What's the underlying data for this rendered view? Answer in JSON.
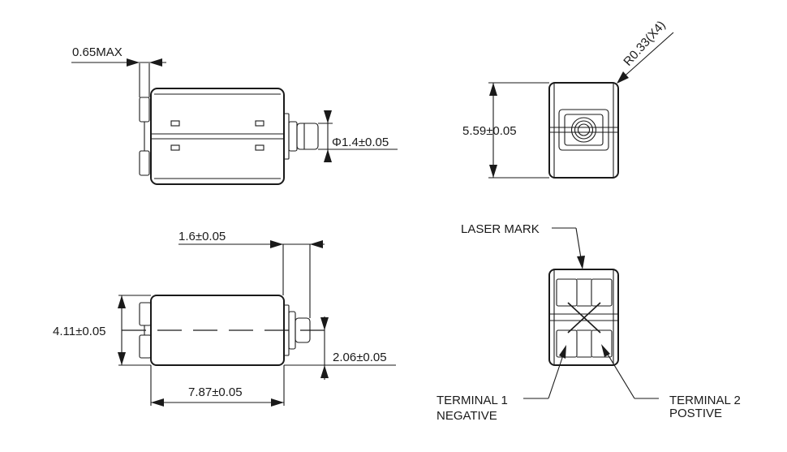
{
  "dimensions": {
    "max_thickness": "0.65MAX",
    "pin_diameter": "Φ1.4±0.05",
    "radius": "R0.33(X4)",
    "height": "5.59±0.05",
    "pin_length": "1.6±0.05",
    "width": "4.11±0.05",
    "pin_offset": "2.06±0.05",
    "length": "7.87±0.05"
  },
  "callouts": {
    "laser_mark": "LASER MARK",
    "terminal1_line1": "TERMINAL 1",
    "terminal1_line2": "NEGATIVE",
    "terminal2_line1": "TERMINAL 2",
    "terminal2_line2": "POSTIVE"
  }
}
